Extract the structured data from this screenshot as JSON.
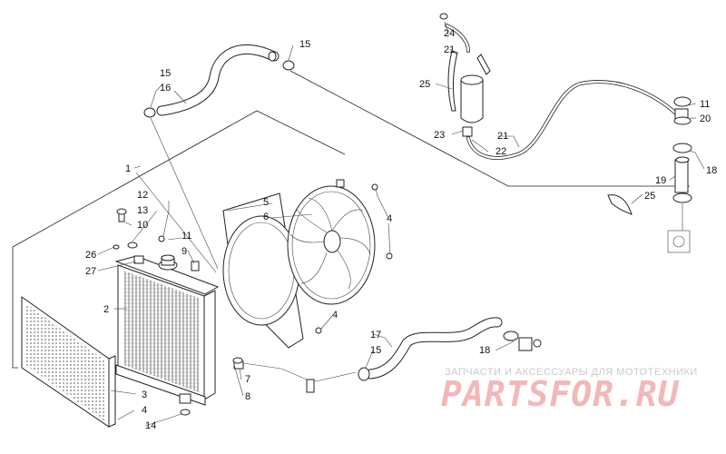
{
  "callouts": [
    {
      "id": "c1",
      "text": "1"
    },
    {
      "id": "c2",
      "text": "2"
    },
    {
      "id": "c3",
      "text": "3"
    },
    {
      "id": "c4a",
      "text": "4"
    },
    {
      "id": "c4b",
      "text": "4"
    },
    {
      "id": "c4c",
      "text": "4"
    },
    {
      "id": "c5",
      "text": "5"
    },
    {
      "id": "c6",
      "text": "6"
    },
    {
      "id": "c7",
      "text": "7"
    },
    {
      "id": "c8",
      "text": "8"
    },
    {
      "id": "c9",
      "text": "9"
    },
    {
      "id": "c10",
      "text": "10"
    },
    {
      "id": "c11a",
      "text": "11"
    },
    {
      "id": "c11b",
      "text": "11"
    },
    {
      "id": "c12",
      "text": "12"
    },
    {
      "id": "c13",
      "text": "13"
    },
    {
      "id": "c14",
      "text": "14"
    },
    {
      "id": "c15a",
      "text": "15"
    },
    {
      "id": "c15b",
      "text": "15"
    },
    {
      "id": "c15c",
      "text": "15"
    },
    {
      "id": "c16",
      "text": "16"
    },
    {
      "id": "c17",
      "text": "17"
    },
    {
      "id": "c18a",
      "text": "18"
    },
    {
      "id": "c18b",
      "text": "18"
    },
    {
      "id": "c19",
      "text": "19"
    },
    {
      "id": "c20",
      "text": "20"
    },
    {
      "id": "c21a",
      "text": "21"
    },
    {
      "id": "c21b",
      "text": "21"
    },
    {
      "id": "c22",
      "text": "22"
    },
    {
      "id": "c23",
      "text": "23"
    },
    {
      "id": "c24",
      "text": "24"
    },
    {
      "id": "c25a",
      "text": "25"
    },
    {
      "id": "c25b",
      "text": "25"
    },
    {
      "id": "c26",
      "text": "26"
    },
    {
      "id": "c27",
      "text": "27"
    }
  ],
  "watermark": {
    "tagline": "ЗАПЧАСТИ И АКСЕССУАРЫ ДЛЯ МОТОТЕХНИКИ",
    "brand": "PARTSFOR.RU"
  },
  "colors": {
    "ink": "#222222",
    "watermark_red": "#f2b8b8",
    "watermark_gray": "#c9c9c9"
  }
}
